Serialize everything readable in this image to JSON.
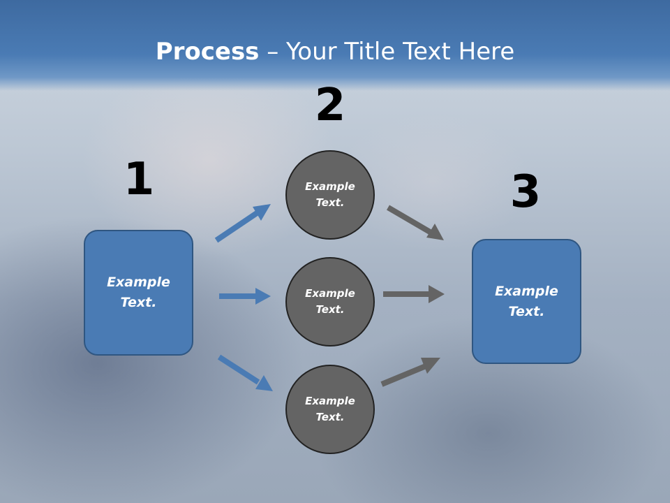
{
  "title": {
    "bold": "Process",
    "rest": " – Your Title Text Here"
  },
  "steps": {
    "one": {
      "number": "1",
      "label": "Example Text."
    },
    "two": {
      "number": "2",
      "items": [
        "Example Text.",
        "Example Text.",
        "Example Text."
      ]
    },
    "three": {
      "number": "3",
      "label": "Example Text."
    }
  },
  "colors": {
    "header": "#4a7bb4",
    "box": "#4a7bb4",
    "circle": "#646464",
    "arrow_left": "#4a7bb4",
    "arrow_right": "#646464"
  }
}
